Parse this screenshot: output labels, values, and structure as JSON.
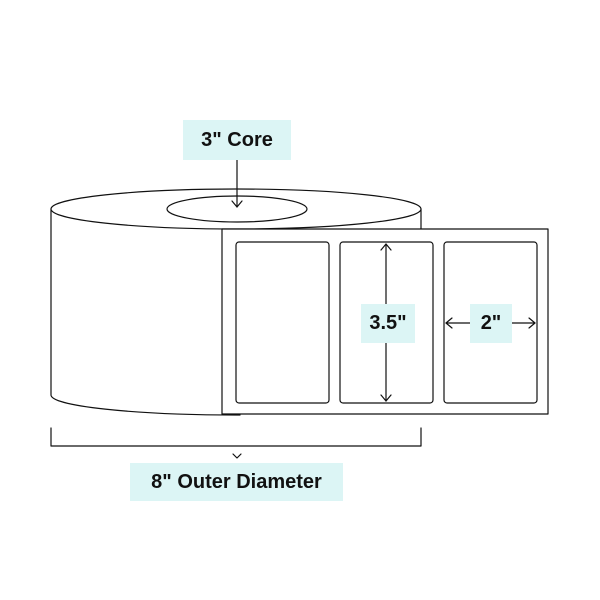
{
  "labels": {
    "core": "3\" Core",
    "label_height": "3.5\"",
    "label_width": "2\"",
    "outer_diameter": "8\" Outer Diameter"
  },
  "colors": {
    "outline": "#111111",
    "callout_background": "#dcf5f5",
    "fill": "#ffffff"
  }
}
